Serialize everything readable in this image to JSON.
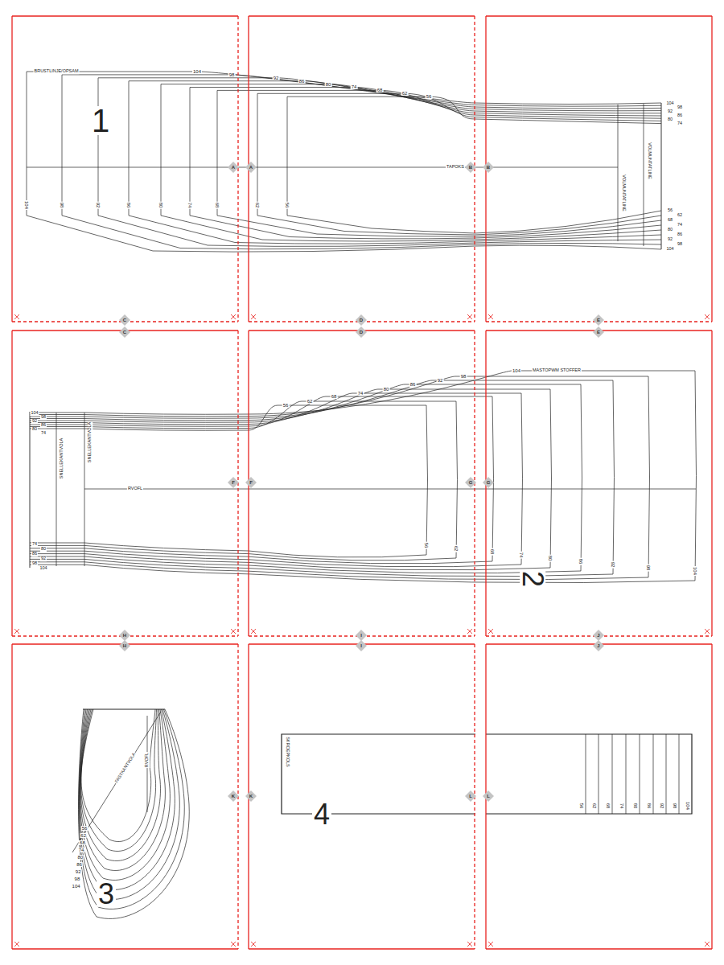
{
  "diagram": {
    "labels": [
      "A",
      "A",
      "B",
      "B",
      "C",
      "C",
      "D",
      "D",
      "E",
      "E",
      "F",
      "F",
      "G",
      "G",
      "H",
      "H",
      "I",
      "I",
      "J",
      "J",
      "K",
      "K",
      "L",
      "L",
      "1",
      "2",
      "3",
      "4",
      "BRUSTLINJE/OPSAM",
      "104",
      "98",
      "104",
      "98",
      "92",
      "86",
      "80",
      "74",
      "68",
      "62",
      "56",
      "92",
      "86",
      "80",
      "74",
      "68",
      "62",
      "56",
      "TAPOKS",
      "104",
      "98",
      "92",
      "86",
      "80",
      "74",
      "56",
      "62",
      "68",
      "74",
      "80",
      "86",
      "92",
      "98",
      "104",
      "VOLMUNTATLINE",
      "VOLMUNTATLINE",
      "104",
      "98",
      "92",
      "86",
      "80",
      "74",
      "74",
      "80",
      "86",
      "92",
      "98",
      "104",
      "SNELLEKANTVOLA",
      "SNELLEKANTVOLA",
      "RVOFL",
      "56",
      "62",
      "68",
      "74",
      "80",
      "86",
      "92",
      "98",
      "56",
      "62",
      "104",
      "MASTOPWM STOFFER",
      "68",
      "74",
      "80",
      "86",
      "92",
      "98",
      "104",
      "RVOFL",
      "FASTKANTVOLA",
      "56",
      "62",
      "68",
      "74",
      "80",
      "86",
      "92",
      "98",
      "104",
      "SKROEPKOLS",
      "56",
      "62",
      "68",
      "74",
      "80",
      "86",
      "92",
      "98",
      "104"
    ]
  }
}
